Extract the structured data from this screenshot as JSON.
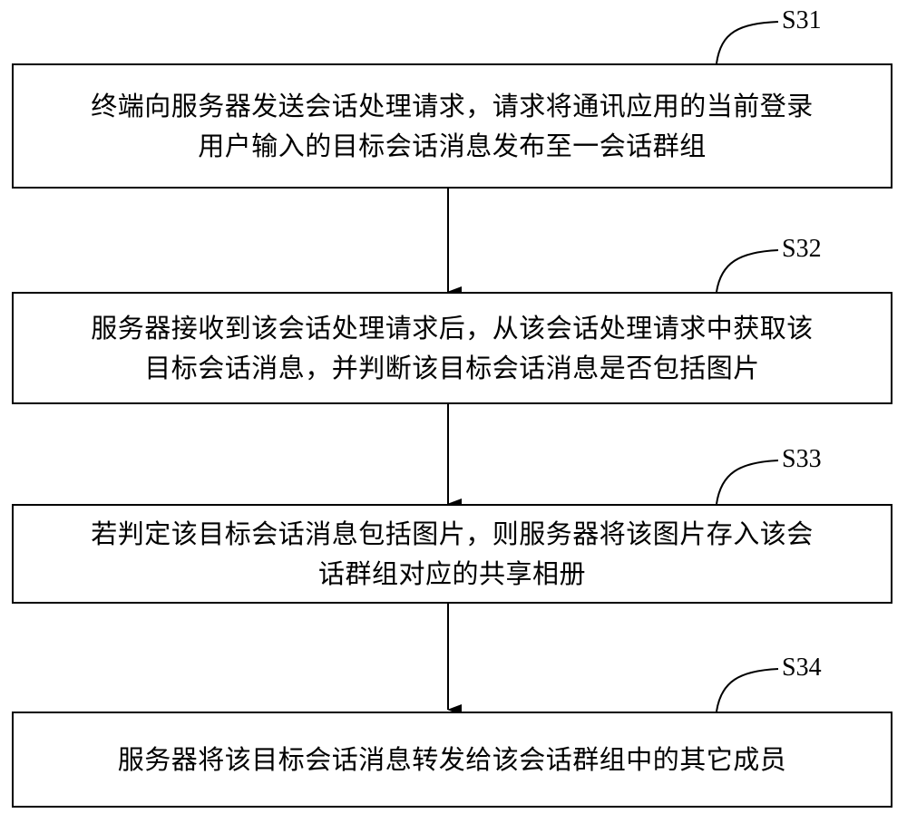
{
  "steps": [
    {
      "id": "S31",
      "label": "S31",
      "lines": [
        "终端向服务器发送会话处理请求，请求将通讯应用的当前登录",
        "用户输入的目标会话消息发布至一会话群组"
      ]
    },
    {
      "id": "S32",
      "label": "S32",
      "lines": [
        "服务器接收到该会话处理请求后，从该会话处理请求中获取该",
        "目标会话消息，并判断该目标会话消息是否包括图片"
      ]
    },
    {
      "id": "S33",
      "label": "S33",
      "lines": [
        "若判定该目标会话消息包括图片，则服务器将该图片存入该会",
        "话群组对应的共享相册"
      ]
    },
    {
      "id": "S34",
      "label": "S34",
      "lines": [
        "服务器将该目标会话消息转发给该会话群组中的其它成员"
      ]
    }
  ],
  "colors": {
    "line": "#000000",
    "background": "#ffffff"
  }
}
